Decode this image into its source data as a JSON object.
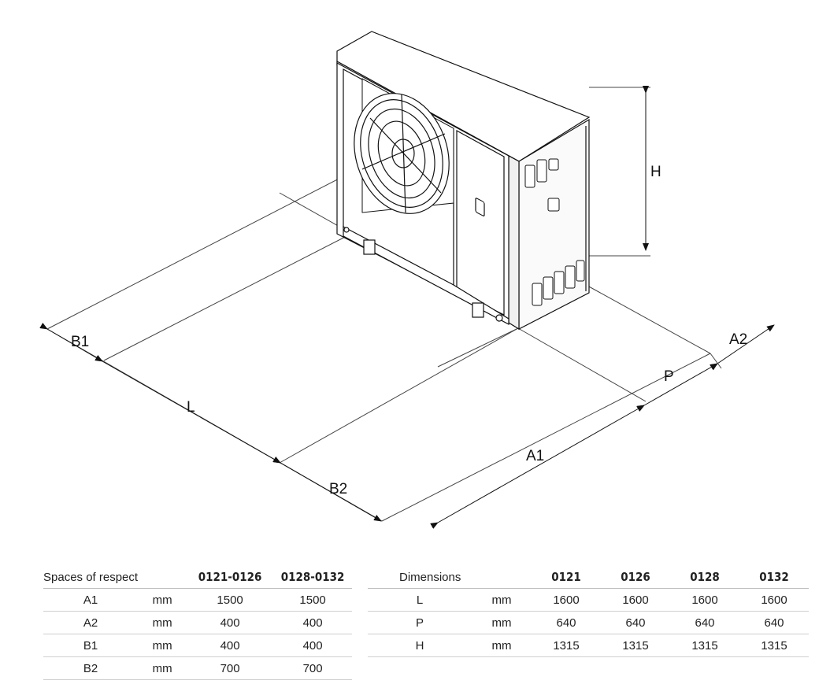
{
  "dimension_labels": {
    "h": "H",
    "b1": "B1",
    "a2": "A2",
    "p": "P",
    "l": "L",
    "a1": "A1",
    "b2": "B2"
  },
  "spaces_table": {
    "headers": [
      "Spaces of respect",
      "",
      "0121-0126",
      "0128-0132"
    ],
    "rows": [
      [
        "A1",
        "mm",
        "1500",
        "1500"
      ],
      [
        "A2",
        "mm",
        "400",
        "400"
      ],
      [
        "B1",
        "mm",
        "400",
        "400"
      ],
      [
        "B2",
        "mm",
        "700",
        "700"
      ]
    ]
  },
  "dimensions_table": {
    "headers": [
      "Dimensions",
      "",
      "0121",
      "0126",
      "0128",
      "0132"
    ],
    "rows": [
      [
        "L",
        "mm",
        "1600",
        "1600",
        "1600",
        "1600"
      ],
      [
        "P",
        "mm",
        "640",
        "640",
        "640",
        "640"
      ],
      [
        "H",
        "mm",
        "1315",
        "1315",
        "1315",
        "1315"
      ]
    ]
  }
}
